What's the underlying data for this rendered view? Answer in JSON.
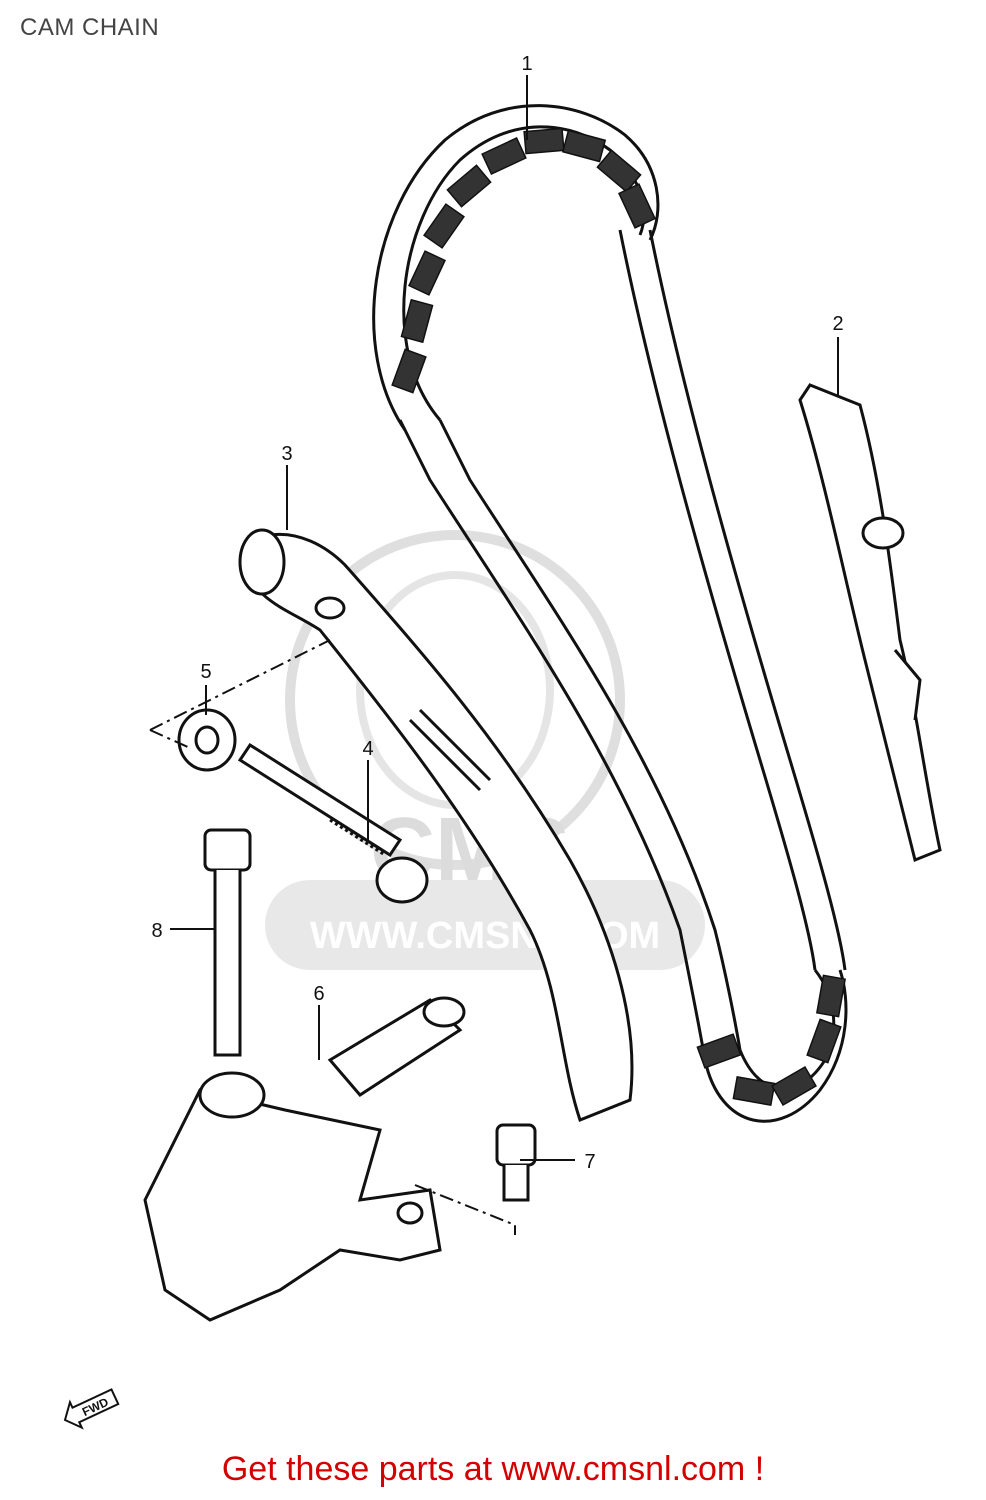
{
  "header": {
    "title": "CAM CHAIN"
  },
  "watermark": {
    "brand": "CMS",
    "url": "WWW.CMSNL.COM"
  },
  "callouts": [
    {
      "id": "1",
      "label": "1"
    },
    {
      "id": "2",
      "label": "2"
    },
    {
      "id": "3",
      "label": "3"
    },
    {
      "id": "4",
      "label": "4"
    },
    {
      "id": "5",
      "label": "5"
    },
    {
      "id": "6",
      "label": "6"
    },
    {
      "id": "7",
      "label": "7"
    },
    {
      "id": "8",
      "label": "8"
    }
  ],
  "direction_badge": {
    "label": "FWD"
  },
  "footer": {
    "cta": "Get these parts at www.cmsnl.com !"
  },
  "colors": {
    "cta": "#d40000",
    "ink": "#111111",
    "watermark": "#d9d9d9",
    "title": "#444444"
  }
}
